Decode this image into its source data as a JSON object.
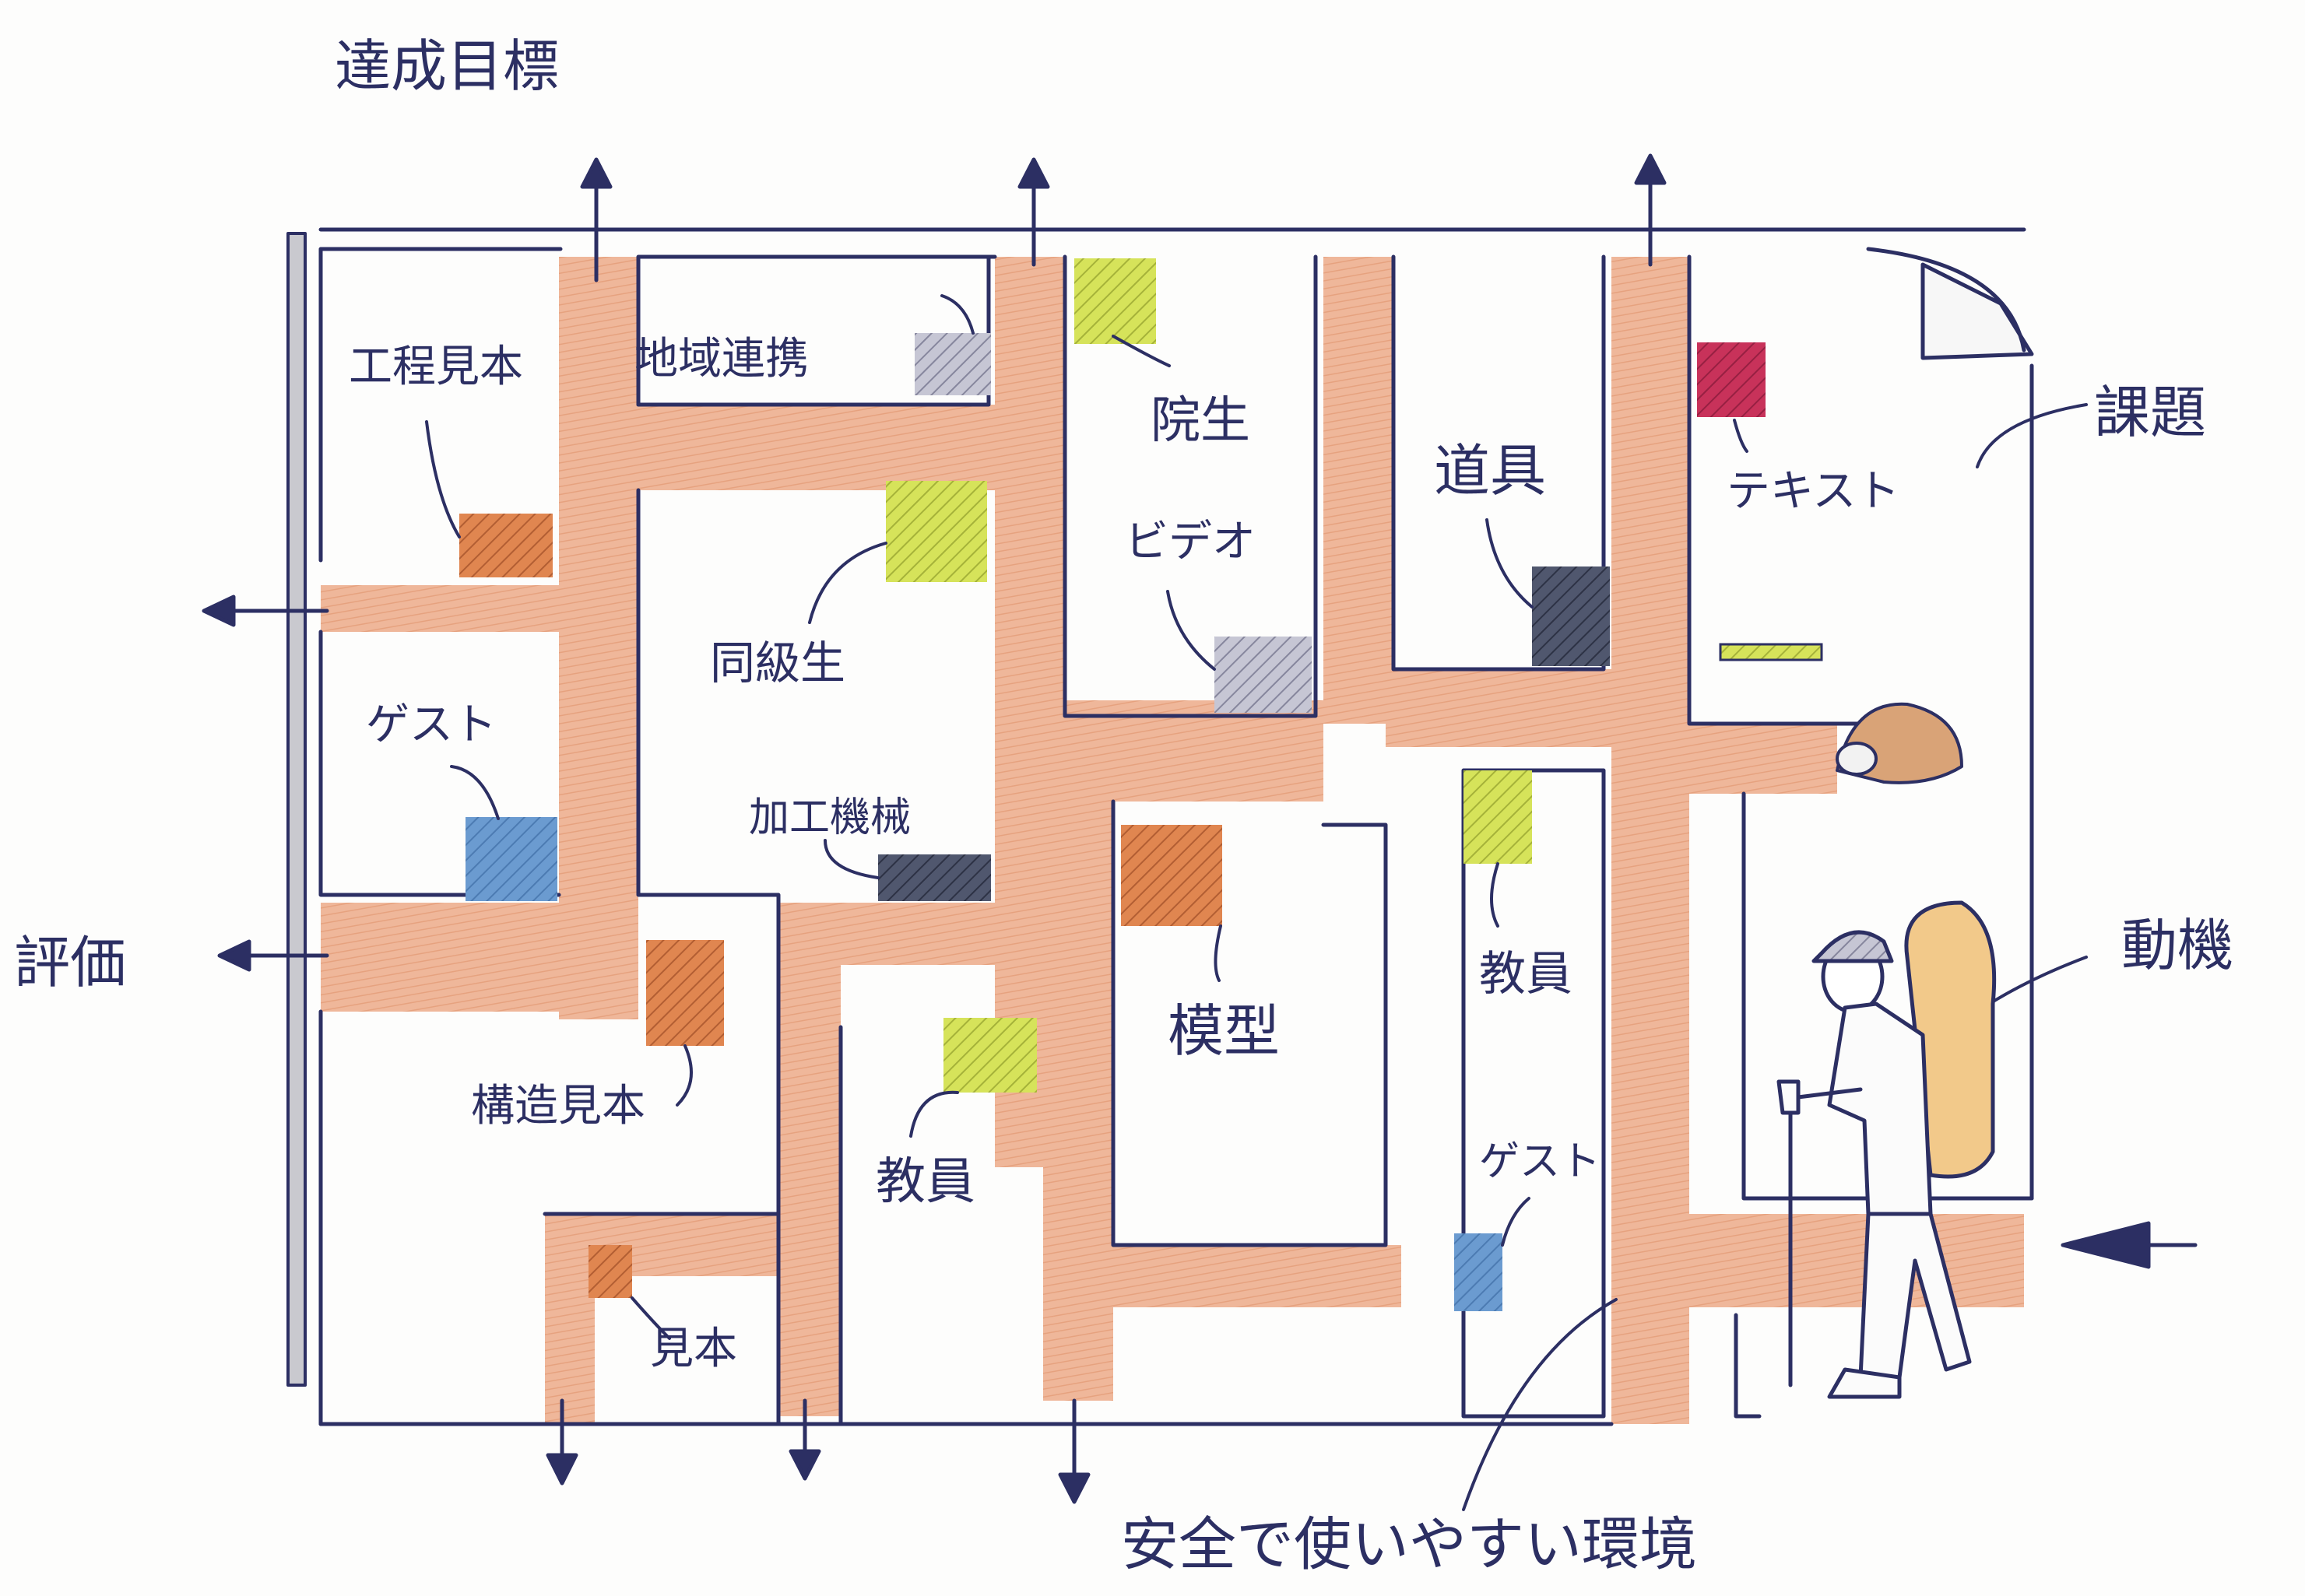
{
  "labels": {
    "goal": "達成目標",
    "evaluation": "評価",
    "assignment": "課題",
    "motivation": "動機",
    "environment": "安全で使いやすい環境",
    "process_sample": "工程見本",
    "regional_collab": "地域連携",
    "grad_student": "院生",
    "video": "ビデオ",
    "tools": "道具",
    "text": "テキスト",
    "classmates": "同級生",
    "guest_left": "ゲスト",
    "machines": "加工機械",
    "model": "模型",
    "teacher_right": "教員",
    "guest_right": "ゲスト",
    "structure_sample": "構造見本",
    "teacher_bottom": "教員",
    "sample": "見本"
  },
  "colors": {
    "ink": "#2c2f63",
    "path": "#eaa583",
    "orange": "#e08650",
    "lime": "#d6e35a",
    "blue": "#5f91c9",
    "navy": "#2e3350",
    "gray": "#9b9bb2",
    "crimson": "#c8325a",
    "backpack": "#f2c98a"
  },
  "icons": {
    "hiker": "hiker-with-backpack-icon",
    "boulder": "boulder-icon",
    "page": "page-curl-icon"
  }
}
